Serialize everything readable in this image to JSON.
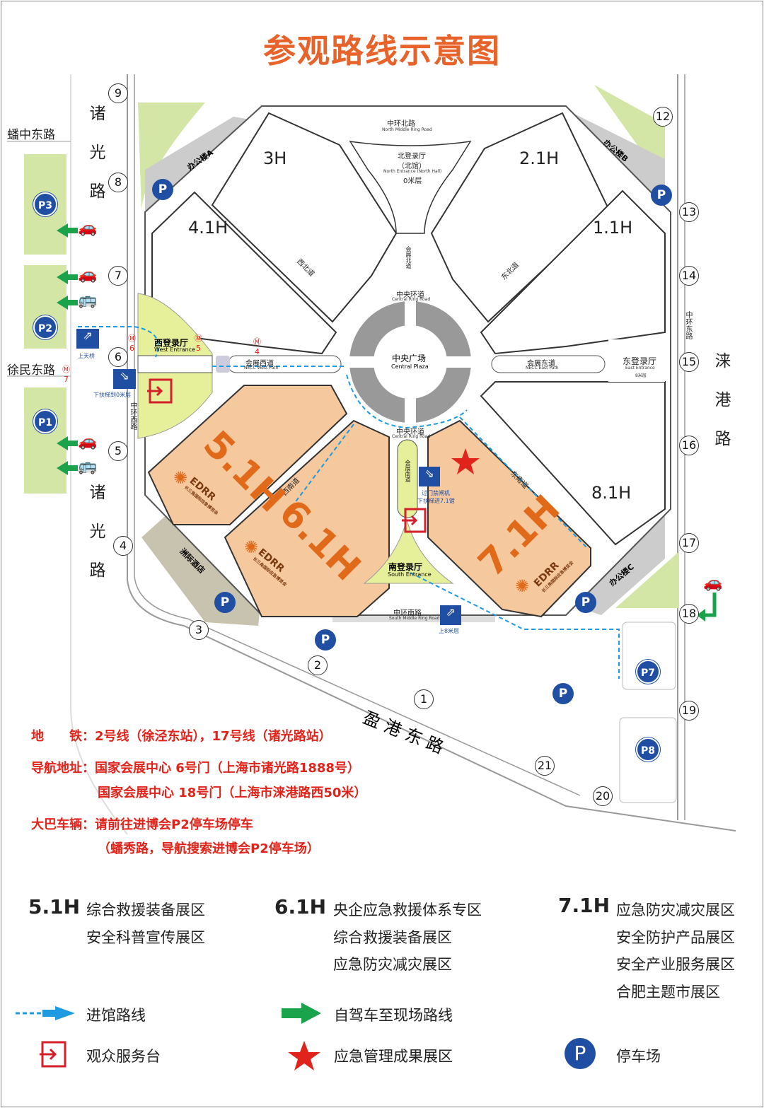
{
  "title": "参观路线示意图",
  "roads": {
    "zhuguang": "诸光路",
    "panzhong": "蟠中东路",
    "xumin": "徐民东路",
    "laigang": "涞港路",
    "yinggang": "盈港东路",
    "north_ring": "中环北路",
    "north_ring_en": "North Middle Ring Road",
    "south_ring": "中环南路",
    "south_ring_en": "South Middle Ring Road",
    "central_ring": "中央环道",
    "central_ring_en": "Central Ring Road",
    "west_path": "会展西道",
    "west_path_en": "NECC West Path",
    "east_path": "会展东道",
    "east_path_en": "NECC East Path",
    "nw_path": "西北道",
    "ne_path": "东北道",
    "sw_path": "西南道",
    "se_path": "东南道",
    "south_path": "会展南道",
    "north_path": "会展北道",
    "west_ring": "中环西路",
    "east_ring": "中环东路"
  },
  "entrances": {
    "north": "北登录厅",
    "north_sub": "（北馆）",
    "north_en": "North Entrance (North Hall)",
    "north_floor": "0米层",
    "west": "西登录厅",
    "west_en": "West Entrance",
    "east": "东登录厅",
    "east_en": "East Entrance",
    "east_floor": "8米层",
    "south": "南登录厅",
    "south_en": "South Entrance",
    "plaza": "中央广场",
    "plaza_en": "Central Plaza"
  },
  "halls": {
    "h3": "3H",
    "h21": "2.1H",
    "h41": "4.1H",
    "h11": "1.1H",
    "h81": "8.1H",
    "h51": "5.1H",
    "h61": "6.1H",
    "h71": "7.1H"
  },
  "edrr": "EDRR",
  "edrr_sub": "长三角国际应急博览会",
  "offices": {
    "a": "办公楼A",
    "b": "办公楼B",
    "c": "办公楼C",
    "hotel": "洲际酒店"
  },
  "notes": {
    "skybridge": "上天桥",
    "down_escalator": "下扶梯到0米层",
    "gate_machine": "过门禁闸机",
    "gate_machine2": "下扶梯进7.1馆",
    "up8": "上8米层"
  },
  "metro_stops": [
    "6",
    "5",
    "4",
    "7"
  ],
  "gates": [
    "1",
    "2",
    "3",
    "4",
    "5",
    "6",
    "7",
    "8",
    "9",
    "12",
    "13",
    "14",
    "15",
    "16",
    "17",
    "18",
    "19",
    "20",
    "21"
  ],
  "parking": {
    "p1": "P1",
    "p2": "P2",
    "p3": "P3",
    "p7": "P7",
    "p8": "P8",
    "p": "P"
  },
  "info": {
    "metro_label": "地　　铁：",
    "metro": "2号线（徐泾东站），17号线（诸光路站）",
    "nav_label": "导航地址：",
    "nav1": "国家会展中心 6号门（上海市诸光路1888号）",
    "nav2": "国家会展中心 18号门（上海市涞港路西50米）",
    "bus_label": "大巴车辆：",
    "bus1": "请前往进博会P2停车场停车",
    "bus2": "（蟠秀路，导航搜索进博会P2停车场）"
  },
  "legend": {
    "halls": [
      {
        "name": "5.1H",
        "zones": [
          "综合救援装备展区",
          "安全科普宣传展区"
        ]
      },
      {
        "name": "6.1H",
        "zones": [
          "央企应急救援体系专区",
          "综合救援装备展区",
          "应急防灾减灾展区"
        ]
      },
      {
        "name": "7.1H",
        "zones": [
          "应急防灾减灾展区",
          "安全防护产品展区",
          "安全产业服务展区",
          "合肥主题市展区"
        ]
      }
    ],
    "route": "进馆路线",
    "drive": "自驾车至现场路线",
    "service": "观众服务台",
    "achievement": "应急管理成果展区",
    "parking": "停车场",
    "parking_icon": "P"
  },
  "colors": {
    "title": "#e8632a",
    "hall_orange": "#f6c89e",
    "green": "#d3e6a5",
    "blue": "#1f4ea3",
    "route": "#1e9ae0",
    "red": "#e0241b"
  }
}
